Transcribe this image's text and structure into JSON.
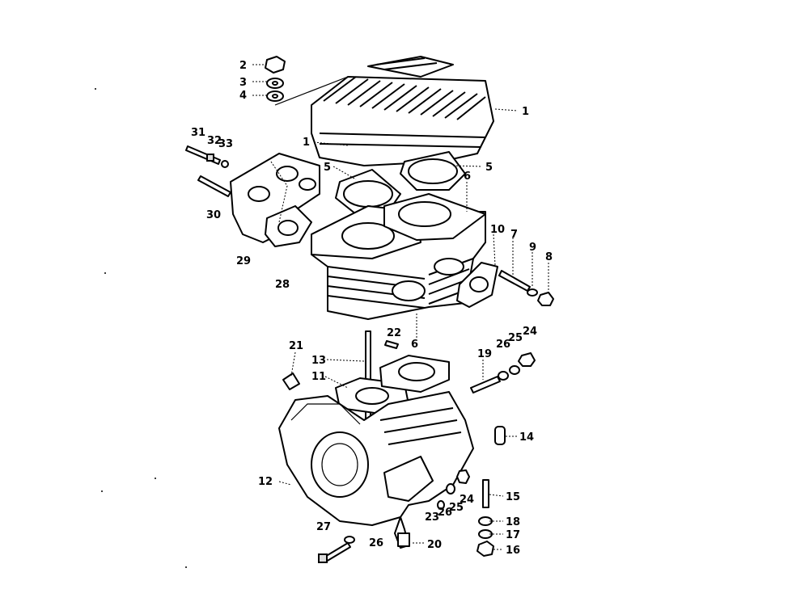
{
  "callouts": [
    {
      "id": "c2",
      "text": "2"
    },
    {
      "id": "c3",
      "text": "3"
    },
    {
      "id": "c4",
      "text": "4"
    },
    {
      "id": "c1a",
      "text": "1"
    },
    {
      "id": "c1b",
      "text": "1"
    },
    {
      "id": "c31",
      "text": "31"
    },
    {
      "id": "c32",
      "text": "32"
    },
    {
      "id": "c33",
      "text": "33"
    },
    {
      "id": "c5a",
      "text": "5"
    },
    {
      "id": "c5b",
      "text": "5"
    },
    {
      "id": "c6a",
      "text": "6"
    },
    {
      "id": "c30",
      "text": "30"
    },
    {
      "id": "c29",
      "text": "29"
    },
    {
      "id": "c28",
      "text": "28"
    },
    {
      "id": "c10",
      "text": "10"
    },
    {
      "id": "c7",
      "text": "7"
    },
    {
      "id": "c9",
      "text": "9"
    },
    {
      "id": "c8",
      "text": "8"
    },
    {
      "id": "c22",
      "text": "22"
    },
    {
      "id": "c6b",
      "text": "6"
    },
    {
      "id": "c21",
      "text": "21"
    },
    {
      "id": "c13",
      "text": "13"
    },
    {
      "id": "c11",
      "text": "11"
    },
    {
      "id": "c19",
      "text": "19"
    },
    {
      "id": "c26a",
      "text": "26"
    },
    {
      "id": "c25a",
      "text": "25"
    },
    {
      "id": "c24a",
      "text": "24"
    },
    {
      "id": "c14",
      "text": "14"
    },
    {
      "id": "c12",
      "text": "12"
    },
    {
      "id": "c15",
      "text": "15"
    },
    {
      "id": "c23",
      "text": "23"
    },
    {
      "id": "c26b",
      "text": "26"
    },
    {
      "id": "c25b",
      "text": "25"
    },
    {
      "id": "c24b",
      "text": "24"
    },
    {
      "id": "c18",
      "text": "18"
    },
    {
      "id": "c17",
      "text": "17"
    },
    {
      "id": "c16",
      "text": "16"
    },
    {
      "id": "c27",
      "text": "27"
    },
    {
      "id": "c26c",
      "text": "26"
    },
    {
      "id": "c20",
      "text": "20"
    }
  ]
}
